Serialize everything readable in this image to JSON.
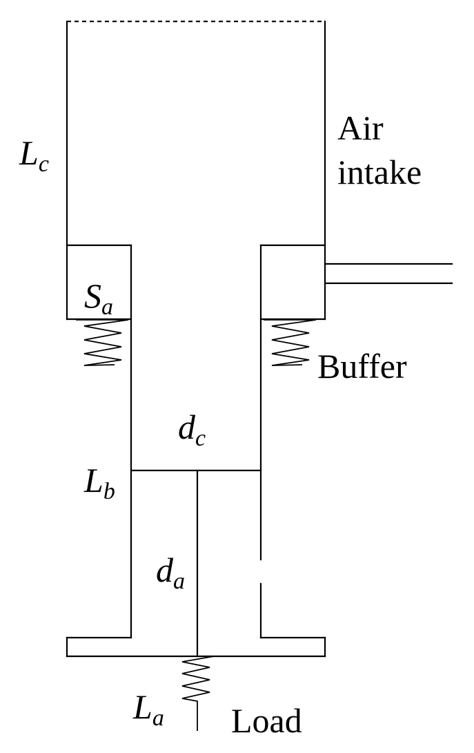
{
  "diagram": {
    "labels": {
      "air_intake_line1": "Air",
      "air_intake_line2": "intake",
      "buffer": "Buffer",
      "load": "Load"
    },
    "symbols": {
      "Lc": {
        "main": "L",
        "sub": "c"
      },
      "Sa": {
        "main": "S",
        "sub": "a"
      },
      "dc": {
        "main": "d",
        "sub": "c"
      },
      "Lb": {
        "main": "L",
        "sub": "b"
      },
      "da": {
        "main": "d",
        "sub": "a"
      },
      "La": {
        "main": "L",
        "sub": "a"
      }
    }
  }
}
